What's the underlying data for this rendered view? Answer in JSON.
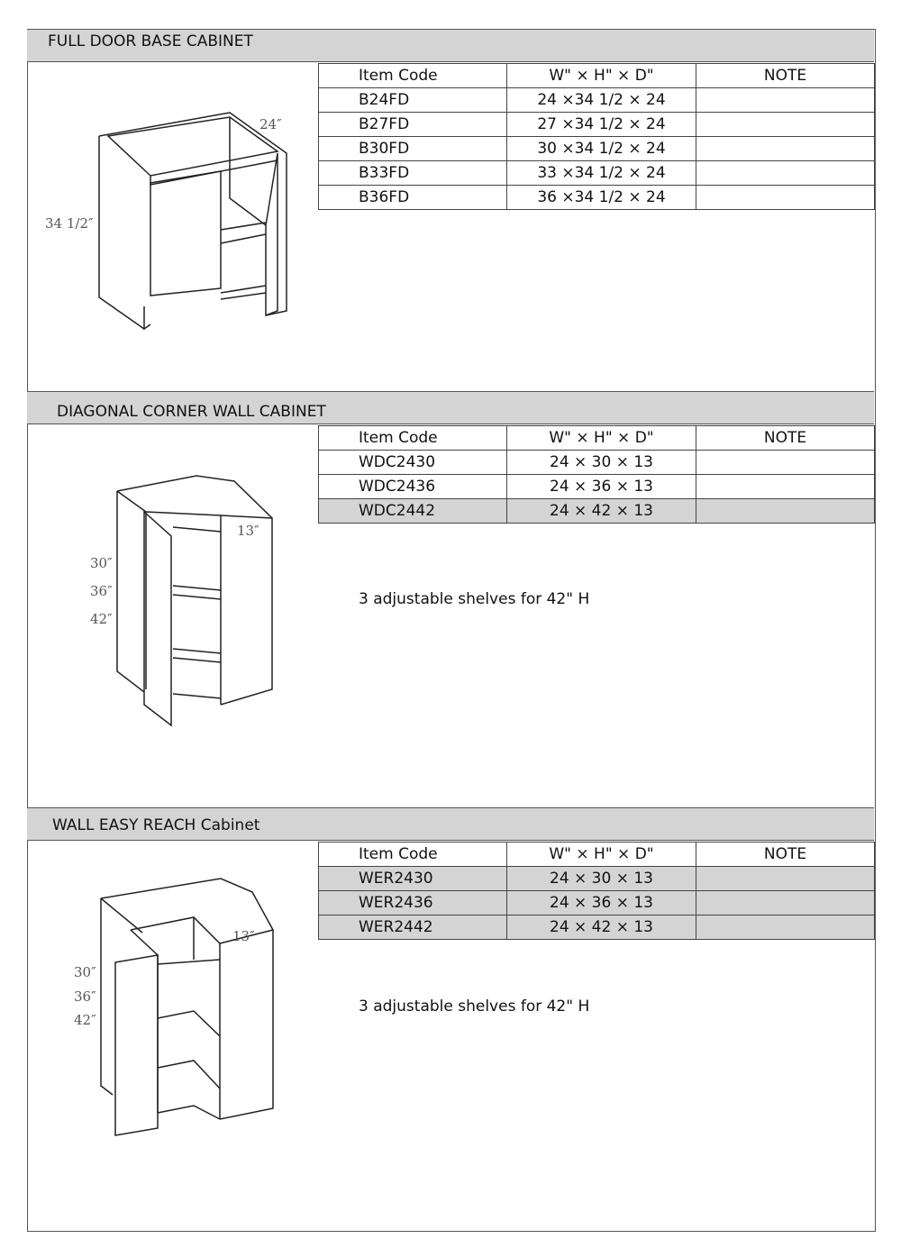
{
  "sections": [
    {
      "title": "FULL DOOR BASE CABINET",
      "columns": [
        "Item Code",
        "W\" × H\" × D\"",
        "NOTE"
      ],
      "rows": [
        [
          "B24FD",
          "24 ×34 1/2 × 24",
          ""
        ],
        [
          "B27FD",
          "27 ×34 1/2 × 24",
          ""
        ],
        [
          "B30FD",
          "30 ×34 1/2 × 24",
          ""
        ],
        [
          "B33FD",
          "33 ×34 1/2 × 24",
          ""
        ],
        [
          "B36FD",
          "36 ×34 1/2 × 24",
          ""
        ]
      ],
      "dims": {
        "depth": "24″",
        "height": "34 1/2″"
      }
    },
    {
      "title": "DIAGONAL CORNER  WALL CABINET",
      "columns": [
        "Item Code",
        "W\" × H\" × D\"",
        "NOTE"
      ],
      "rows": [
        [
          "WDC2430",
          "24 × 30 × 13",
          ""
        ],
        [
          "WDC2436",
          "24 × 36 × 13",
          ""
        ],
        [
          "WDC2442",
          "24 × 42 × 13",
          ""
        ]
      ],
      "note": "3 adjustable shelves for 42\" H",
      "dims": {
        "depth": "13″",
        "h1": "30″",
        "h2": "36″",
        "h3": "42″"
      }
    },
    {
      "title": "WALL EASY REACH Cabinet",
      "columns": [
        "Item Code",
        "W\" × H\" × D\"",
        "NOTE"
      ],
      "rows": [
        [
          "WER2430",
          "24 × 30 × 13",
          ""
        ],
        [
          "WER2436",
          "24 × 36 × 13",
          ""
        ],
        [
          "WER2442",
          "24 × 42 × 13",
          ""
        ]
      ],
      "note": "3 adjustable shelves for 42\" H",
      "dims": {
        "depth": "13″",
        "h1": "30″",
        "h2": "36″",
        "h3": "42″"
      }
    }
  ]
}
